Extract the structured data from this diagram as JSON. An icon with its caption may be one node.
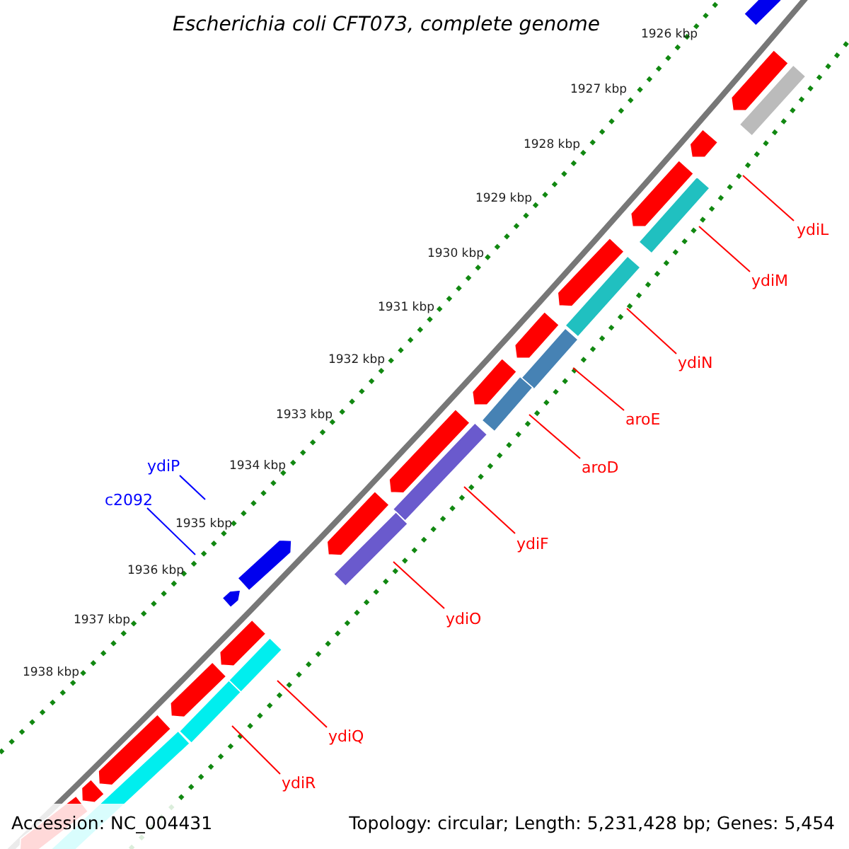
{
  "diagram": {
    "title": "Escherichia coli CFT073, complete genome",
    "nodes": [
      {
        "text": [
          "ydiL"
        ]
      },
      {
        "text": [
          "ydiM"
        ]
      },
      {
        "text": [
          "ydiN"
        ]
      },
      {
        "text": [
          "aroE"
        ]
      },
      {
        "text": [
          "ydiP"
        ]
      },
      {
        "text": [
          "aroD"
        ]
      },
      {
        "text": [
          "c2092"
        ]
      },
      {
        "text": [
          "ydiF"
        ]
      },
      {
        "text": [
          "ydiO"
        ]
      },
      {
        "text": [
          "ydiQ"
        ]
      },
      {
        "text": [
          "ydiR"
        ]
      }
    ],
    "edges": [
      {
        "from": 0,
        "to": null,
        "arrow": "none"
      },
      {
        "from": 1,
        "to": null,
        "arrow": "none"
      },
      {
        "from": 2,
        "to": null,
        "arrow": "none"
      },
      {
        "from": 3,
        "to": null,
        "arrow": "none"
      },
      {
        "from": 4,
        "to": null,
        "arrow": "none",
        "color": "#0000ff"
      },
      {
        "from": 5,
        "to": null,
        "arrow": "none"
      },
      {
        "from": 6,
        "to": null,
        "arrow": "none",
        "color": "#0000ff"
      },
      {
        "from": 7,
        "to": null,
        "arrow": "none"
      },
      {
        "from": 8,
        "to": null,
        "arrow": "none"
      },
      {
        "from": 9,
        "to": null,
        "arrow": "none"
      },
      {
        "from": 10,
        "to": null,
        "arrow": "none"
      }
    ],
    "labels": [
      "1926 kbp",
      "1927 kbp",
      "1928 kbp",
      "1929 kbp",
      "1930 kbp",
      "1931 kbp",
      "1932 kbp",
      "1933 kbp",
      "1934 kbp",
      "1935 kbp",
      "1936 kbp",
      "1937 kbp",
      "1938 kbp",
      "Accession: NC_004431",
      "Topology: circular; Length: 5,231,428 bp; Genes: 5,454"
    ]
  }
}
